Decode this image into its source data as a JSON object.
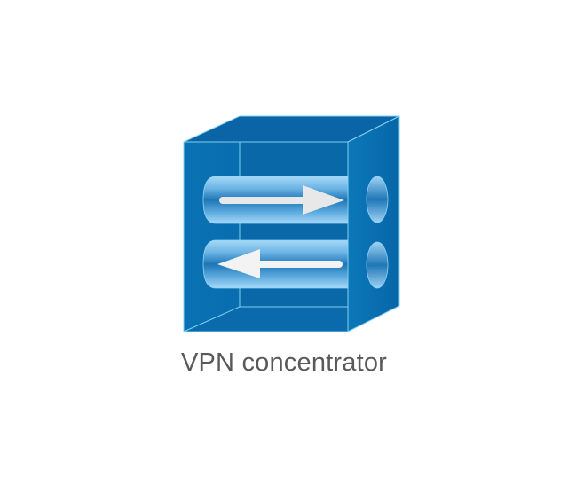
{
  "shape": {
    "name": "VPN concentrator",
    "label": "VPN concentrator",
    "icon": "vpn-concentrator-icon",
    "colors": {
      "face_front": "#0a6fb0",
      "face_inner": "#0868a8",
      "face_top": "#0a65a6",
      "face_right": "#0b72b3",
      "edge": "#7fd0f5",
      "tube_light": "#a8daf8",
      "tube_dark": "#1f78b8",
      "arrow": "#e9e9e9",
      "label": "#595959"
    },
    "tubes": [
      {
        "direction": "right",
        "arrow_icon": "arrow-right-icon"
      },
      {
        "direction": "left",
        "arrow_icon": "arrow-left-icon"
      }
    ]
  }
}
